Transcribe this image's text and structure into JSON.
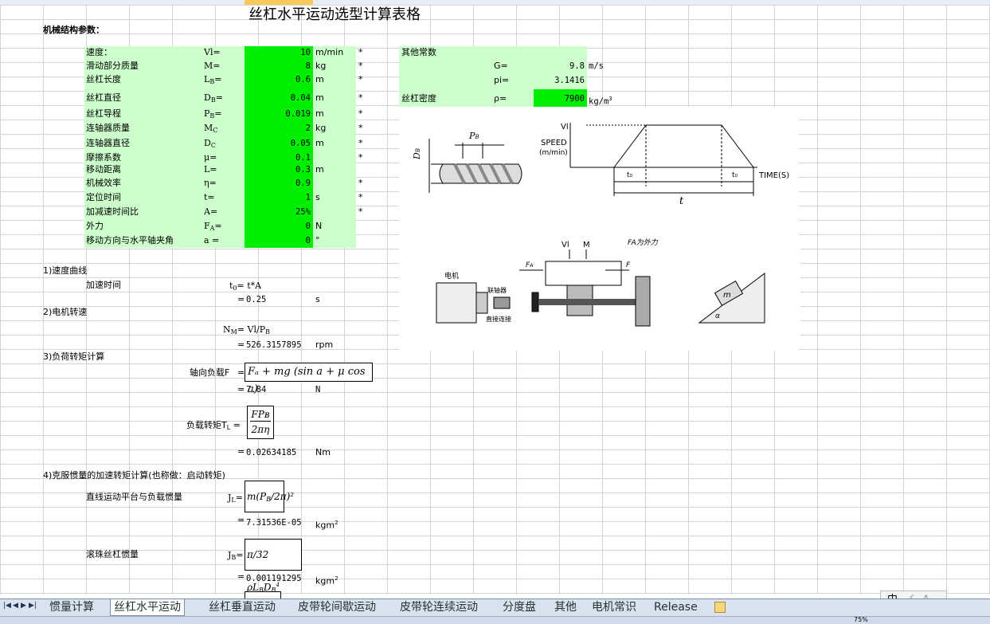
{
  "title": "丝杠水平运动选型计算表格",
  "section_mech": "机械结构参数：",
  "params": [
    {
      "name": "速度：",
      "sym": "Vl=",
      "val": "10",
      "unit": "m/min",
      "star": "*"
    },
    {
      "name": "滑动部分质量",
      "sym": "M=",
      "val": "8",
      "unit": "kg",
      "star": "*"
    },
    {
      "name": "丝杠长度",
      "sym": "L",
      "sub": "B",
      "eq": "=",
      "val": "0.6",
      "unit": "m",
      "star": "*"
    },
    {
      "name": "丝杠直径",
      "sym": "D",
      "sub": "B",
      "eq": "=",
      "val": "0.04",
      "unit": "m",
      "star": "*"
    },
    {
      "name": "丝杠导程",
      "sym": "P",
      "sub": "B",
      "eq": "=",
      "val": "0.019",
      "unit": "m",
      "star": "*"
    },
    {
      "name": "连轴器质量",
      "sym": "M",
      "sub": "C",
      "eq": "",
      "val": "2",
      "unit": "kg",
      "star": "*"
    },
    {
      "name": "连轴器直径",
      "sym": "D",
      "sub": "C",
      "eq": "",
      "val": "0.05",
      "unit": "m",
      "star": "*"
    },
    {
      "name": "摩擦系数",
      "sym": "μ=",
      "val": "0.1",
      "unit": "",
      "star": "*"
    },
    {
      "name": "移动距离",
      "sym": "L=",
      "val": "0.3",
      "unit": "m",
      "star": ""
    },
    {
      "name": "机械效率",
      "sym": "η=",
      "val": "0.9",
      "unit": "",
      "star": "*"
    },
    {
      "name": "定位时间",
      "sym": "t=",
      "val": "1",
      "unit": "s",
      "star": "*"
    },
    {
      "name": "加减速时间比",
      "sym": "A=",
      "val": "25%",
      "unit": "",
      "star": "*"
    },
    {
      "name": "外力",
      "sym": "F",
      "sub": "A",
      "eq": "=",
      "val": "0",
      "unit": "N",
      "star": ""
    },
    {
      "name": "移动方向与水平轴夹角",
      "sym": "a =",
      "val": "0",
      "unit": "°",
      "star": ""
    }
  ],
  "const": {
    "header": "其他常数",
    "g_label": "G=",
    "g_val": "9.8",
    "g_unit": "m/s",
    "pi_label": "pi=",
    "pi_val": "3.1416",
    "rho_name": "丝杠密度",
    "rho_label": "ρ=",
    "rho_val": "7900",
    "rho_unit": "kg/m",
    "rho_exp": "3"
  },
  "s1": {
    "title": "1)速度曲线",
    "label": "加速时间",
    "sym": "t",
    "sub": "0",
    "formula": "= t*A",
    "eq": "=",
    "value": "0.25",
    "unit": "s"
  },
  "s2": {
    "title": "2)电机转速",
    "sym": "N",
    "sub": "M",
    "formula": "= Vl/P",
    "fsub": "B",
    "eq": "=",
    "value": "526.3157895",
    "unit": "rpm"
  },
  "s3": {
    "title": "3)负荷转矩计算",
    "axial_label": "轴向负载F",
    "axial_formula": "Fₐ + mg (sin a + μ cos a)",
    "eq": "=",
    "axial_value": "7.84",
    "axial_unit": "N",
    "torque_label": "负载转矩T",
    "torque_sub": "L",
    "torque_num": "FPʙ",
    "torque_den": "2πη",
    "torque_value": "0.02634185",
    "torque_unit": "Nm"
  },
  "s4": {
    "title": "4)克服惯量的加速转矩计算(也称做：启动转矩)",
    "jl_label": "直线运动平台与负载惯量",
    "jl_sym": "J",
    "jl_sub": "L",
    "jl_value": "7.31536E-05",
    "jl_unit": "kgm",
    "jl_exp": "2",
    "jb_label": "滚珠丝杠惯量",
    "jb_sym": "J",
    "jb_sub": "B",
    "jb_value": "0.001191295",
    "jb_unit": "kgm",
    "jb_exp": "2"
  },
  "diagram1": {
    "db": "D",
    "db_sub": "B",
    "pb": "P",
    "pb_sub": "B",
    "vl": "Vl",
    "speed": "SPEED",
    "speed_unit": "(m/min)",
    "t0a": "t₀",
    "t0b": "t₀",
    "time": "TIME(S)",
    "t": "t"
  },
  "diagram2": {
    "fa_note": "FA为外力",
    "vl": "Vl",
    "m": "M",
    "fa": "F",
    "fa_sub": "A",
    "f": "F",
    "motor": "电机",
    "coupler": "联轴器",
    "direct": "直接连接",
    "mass": "m",
    "alpha": "α"
  },
  "tabs": [
    "惯量计算",
    "丝杠水平运动",
    "丝杠垂直运动",
    "皮带轮间歇运动",
    "皮带轮连续运动",
    "分度盘",
    "其他",
    "电机常识",
    "Release"
  ],
  "active_tab": 1,
  "ime": "中",
  "zoom": "75%",
  "colors": {
    "light_green": "#ccffcc",
    "green": "#00ee00"
  }
}
